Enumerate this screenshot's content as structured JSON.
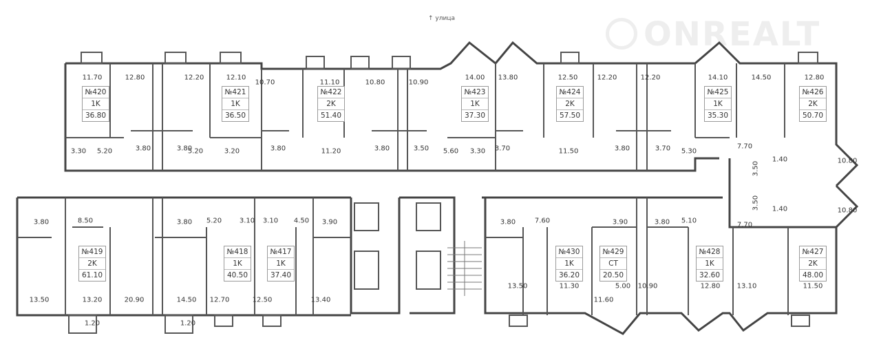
{
  "street_label": "улица",
  "watermark": "ONREALT",
  "apartments": [
    {
      "number": "№420",
      "type": "1K",
      "area": "36.80"
    },
    {
      "number": "№421",
      "type": "1K",
      "area": "36.50"
    },
    {
      "number": "№422",
      "type": "2K",
      "area": "51.40"
    },
    {
      "number": "№423",
      "type": "1K",
      "area": "37.30"
    },
    {
      "number": "№424",
      "type": "2K",
      "area": "57.50"
    },
    {
      "number": "№425",
      "type": "1K",
      "area": "35.30"
    },
    {
      "number": "№426",
      "type": "2K",
      "area": "50.70"
    },
    {
      "number": "№419",
      "type": "2K",
      "area": "61.10"
    },
    {
      "number": "№418",
      "type": "1K",
      "area": "40.50"
    },
    {
      "number": "№417",
      "type": "1K",
      "area": "37.40"
    },
    {
      "number": "№430",
      "type": "1K",
      "area": "36.20"
    },
    {
      "number": "№429",
      "type": "CT",
      "area": "20.50"
    },
    {
      "number": "№428",
      "type": "1K",
      "area": "32.60"
    },
    {
      "number": "№427",
      "type": "2K",
      "area": "48.00"
    }
  ],
  "room_areas": [
    "11.70",
    "12.80",
    "12.20",
    "12.10",
    "10.70",
    "11.10",
    "10.80",
    "10.90",
    "14.00",
    "13.80",
    "12.50",
    "12.20",
    "12.20",
    "14.10",
    "14.50",
    "12.80",
    "3.30",
    "5.20",
    "3.80",
    "3.80",
    "5.20",
    "3.20",
    "3.80",
    "11.20",
    "3.80",
    "3.50",
    "5.60",
    "3.30",
    "3.70",
    "11.50",
    "3.80",
    "3.70",
    "5.30",
    "7.70",
    "1.40",
    "10.80",
    "3.50",
    "3.50",
    "1.40",
    "10.80",
    "7.70",
    "3.80",
    "8.50",
    "3.80",
    "5.20",
    "3.10",
    "3.10",
    "4.50",
    "3.90",
    "3.80",
    "7.60",
    "3.90",
    "3.80",
    "5.10",
    "13.50",
    "13.20",
    "20.90",
    "14.50",
    "12.70",
    "12.50",
    "13.40",
    "13.50",
    "11.30",
    "5.00",
    "11.60",
    "10.90",
    "12.80",
    "13.10",
    "11.50",
    "1.20",
    "1.20"
  ]
}
